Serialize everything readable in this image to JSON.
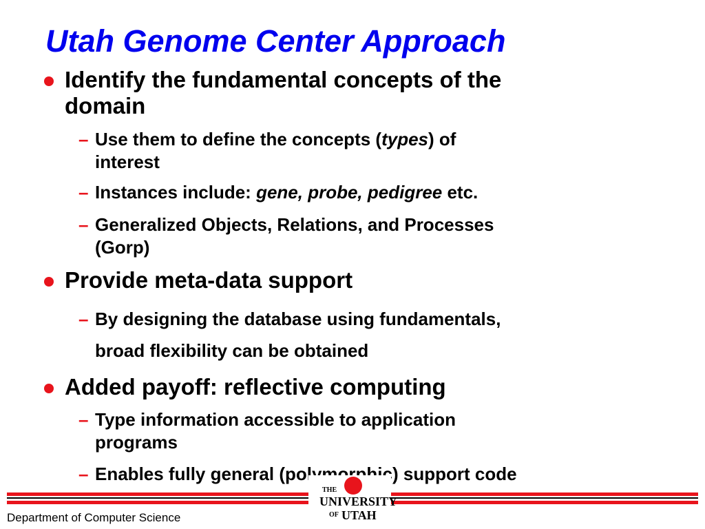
{
  "title": "Utah Genome Center Approach",
  "bullets": [
    {
      "lines": [
        "Identify the fundamental concepts of the",
        "domain"
      ],
      "sub": [
        {
          "lines": [
            "Use them to define the concepts (types) of",
            "interest"
          ]
        },
        {
          "lines": [
            "Instances include: gene, probe, pedigree etc."
          ]
        },
        {
          "lines": [
            "Generalized Objects, Relations, and Processes",
            "(Gorp)"
          ]
        }
      ]
    },
    {
      "lines": [
        "Provide meta-data support"
      ],
      "sub": [
        {
          "lines": [
            "By designing the database using fundamentals,",
            "broad flexibility can be obtained"
          ]
        }
      ]
    },
    {
      "lines": [
        "Added payoff: reflective computing"
      ],
      "sub": [
        {
          "lines": [
            "Type information accessible to application",
            "programs"
          ]
        },
        {
          "lines": [
            "Enables fully general (polymorphic) support code"
          ]
        }
      ]
    }
  ],
  "italic_terms": {
    "types": "types",
    "instances": "gene, probe, pedigree"
  },
  "footer": "Department of Computer Science",
  "logo": {
    "the": "THE",
    "university": "UNIVERSITY",
    "of": "OF",
    "utah": "UTAH"
  },
  "colors": {
    "title": "#0000ee",
    "accent": "#e8141c",
    "text": "#000000"
  }
}
